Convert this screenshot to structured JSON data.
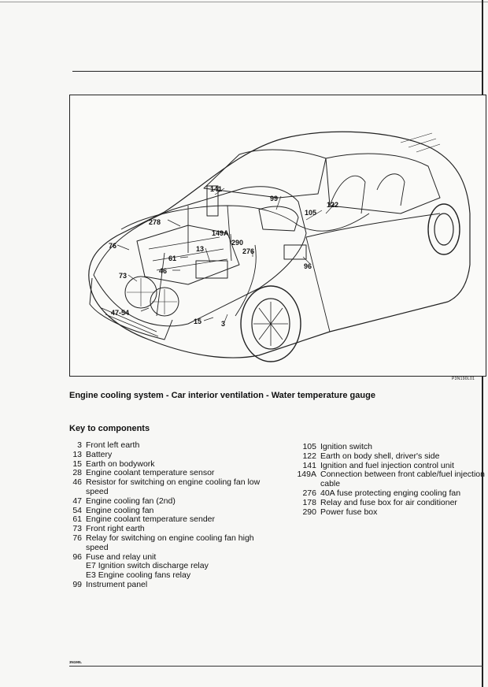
{
  "figure": {
    "code": "P3N190L01",
    "callouts": [
      "141",
      "99",
      "278",
      "105",
      "122",
      "149A",
      "290",
      "76",
      "13",
      "276",
      "61",
      "46",
      "96",
      "73",
      "47-54",
      "15",
      "3"
    ]
  },
  "caption": "Engine cooling system - Car interior ventilation - Water temperature gauge",
  "key_title": "Key to components",
  "left_items": [
    {
      "num": "3",
      "text": "Front left earth"
    },
    {
      "num": "13",
      "text": "Battery"
    },
    {
      "num": "15",
      "text": "Earth on bodywork"
    },
    {
      "num": "28",
      "text": "Engine coolant temperature sensor"
    },
    {
      "num": "46",
      "text": "Resistor for switching on engine cooling fan low speed"
    },
    {
      "num": "47",
      "text": "Engine cooling fan (2nd)"
    },
    {
      "num": "54",
      "text": "Engine cooling fan"
    },
    {
      "num": "61",
      "text": "Engine coolant temperature sender"
    },
    {
      "num": "73",
      "text": "Front right earth"
    },
    {
      "num": "76",
      "text": "Relay for switching on engine cooling fan high speed"
    },
    {
      "num": "96",
      "text": "Fuse and relay unit"
    },
    {
      "num": "",
      "text": "E7 Ignition switch discharge relay"
    },
    {
      "num": "",
      "text": "E3 Engine cooling fans relay"
    },
    {
      "num": "99",
      "text": "Instrument panel"
    }
  ],
  "right_items": [
    {
      "num": "105",
      "text": "Ignition switch"
    },
    {
      "num": "122",
      "text": "Earth on body shell, driver's side"
    },
    {
      "num": "141",
      "text": "Ignition and fuel injection control unit"
    },
    {
      "num": "149A",
      "text": "Connection between front cable/fuel injection cable"
    },
    {
      "num": "276",
      "text": "40A fuse protecting enging cooling fan"
    },
    {
      "num": "178",
      "text": "Relay and fuse box for air conditioner"
    },
    {
      "num": "290",
      "text": "Power fuse box"
    }
  ],
  "page_code": "3N190L"
}
